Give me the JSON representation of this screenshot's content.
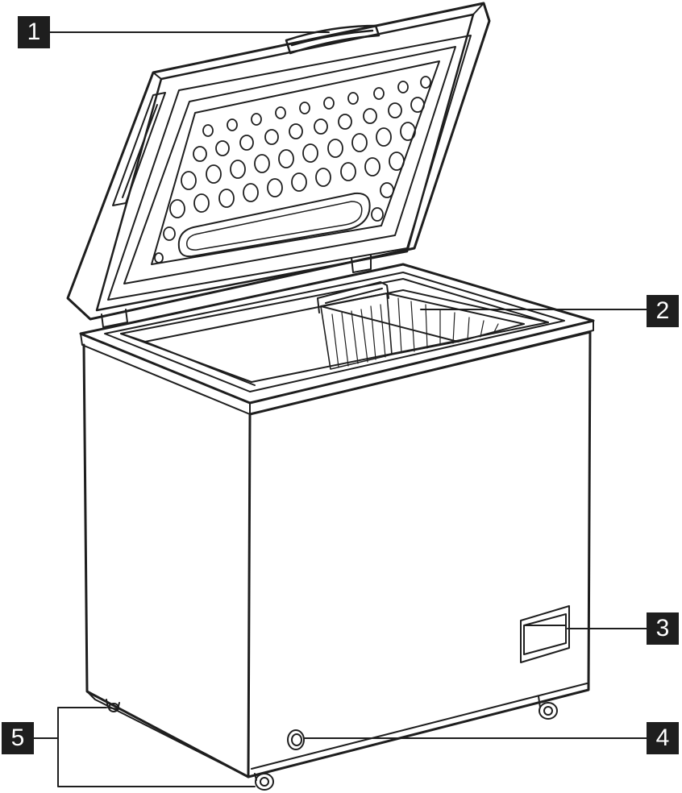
{
  "callouts": [
    {
      "id": "1",
      "label": "1",
      "part": "lid-handle"
    },
    {
      "id": "2",
      "label": "2",
      "part": "storage-basket"
    },
    {
      "id": "3",
      "label": "3",
      "part": "side-handle"
    },
    {
      "id": "4",
      "label": "4",
      "part": "drain-plug"
    },
    {
      "id": "5",
      "label": "5",
      "part": "castor-wheels"
    }
  ],
  "colors": {
    "stroke": "#1e1e1e",
    "badge": "#1e1e1e",
    "badge_text": "#ffffff",
    "background": "#ffffff"
  }
}
